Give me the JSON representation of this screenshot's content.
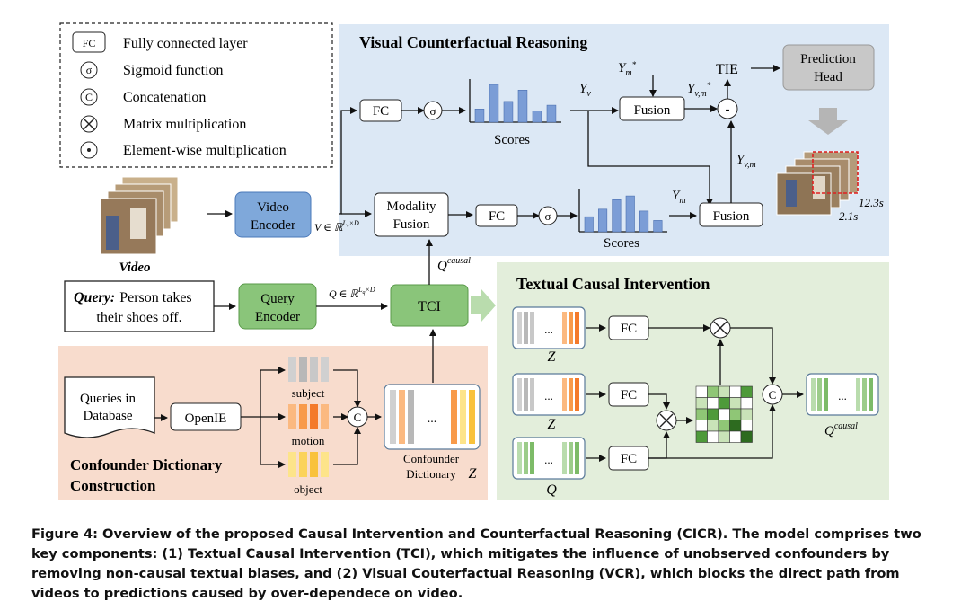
{
  "legend": {
    "items": [
      {
        "symbol": "FC",
        "label": "Fully connected layer"
      },
      {
        "symbol": "σ",
        "label": "Sigmoid function"
      },
      {
        "symbol": "C",
        "label": "Concatenation"
      },
      {
        "symbol": "⊗",
        "label": "Matrix multiplication"
      },
      {
        "symbol": "⊙",
        "label": "Element-wise multiplication"
      }
    ]
  },
  "vcr": {
    "title": "Visual Counterfactual Reasoning",
    "fc": "FC",
    "sigma": "σ",
    "fusion": "Fusion",
    "minus": "-",
    "scores": "Scores",
    "tie": "TIE",
    "prediction_head": [
      "Prediction",
      "Head"
    ],
    "modality_fusion": [
      "Modality",
      "Fusion"
    ],
    "time_start": "2.1s",
    "time_end": "12.3s"
  },
  "video": {
    "label": "Video",
    "encoder": [
      "Video",
      "Encoder"
    ]
  },
  "query": {
    "bold": "Query:",
    "text1": "Person takes",
    "text2": "their shoes off.",
    "encoder": [
      "Query",
      "Encoder"
    ]
  },
  "tci": {
    "label": "TCI"
  },
  "causal": {
    "title": "Textual Causal Intervention",
    "fc": "FC",
    "conc": "C",
    "z": "Z",
    "q": "Q",
    "dots": "..."
  },
  "confounder": {
    "title1": "Confounder Dictionary",
    "title2": "Construction",
    "queries_db": [
      "Queries in",
      "Database"
    ],
    "openie": "OpenIE",
    "subject": "subject",
    "motion": "motion",
    "object": "object",
    "conc": "C",
    "dict_label": [
      "Confounder",
      "Dictionary"
    ],
    "z": "Z"
  },
  "colors": {
    "vcr_bg": "#dce8f5",
    "tci_bg": "#e3eedb",
    "cdc_bg": "#f8dccd",
    "encoder_blue": "#7fa8da",
    "encoder_green": "#8ac57a",
    "bars": "#7b9dd6",
    "pred_head": "#c8c8c8"
  },
  "chart_data": [
    {
      "type": "bar",
      "title": "",
      "values": [
        0.35,
        1.0,
        0.55,
        0.85,
        0.3,
        0.45
      ]
    },
    {
      "type": "bar",
      "title": "",
      "values": [
        0.4,
        0.6,
        0.85,
        0.95,
        0.55,
        0.3
      ]
    }
  ],
  "caption": "Figure 4: Overview of the proposed Causal Intervention and Counterfactual Reasoning (CICR). The model comprises two key components: (1) Textual Causal Intervention (TCI), which mitigates the influence of unobserved confounders by removing non-causal textual biases, and (2) Visual Couterfactual Reasoning (VCR), which blocks the direct path from videos to predictions caused by over-dependece on video."
}
